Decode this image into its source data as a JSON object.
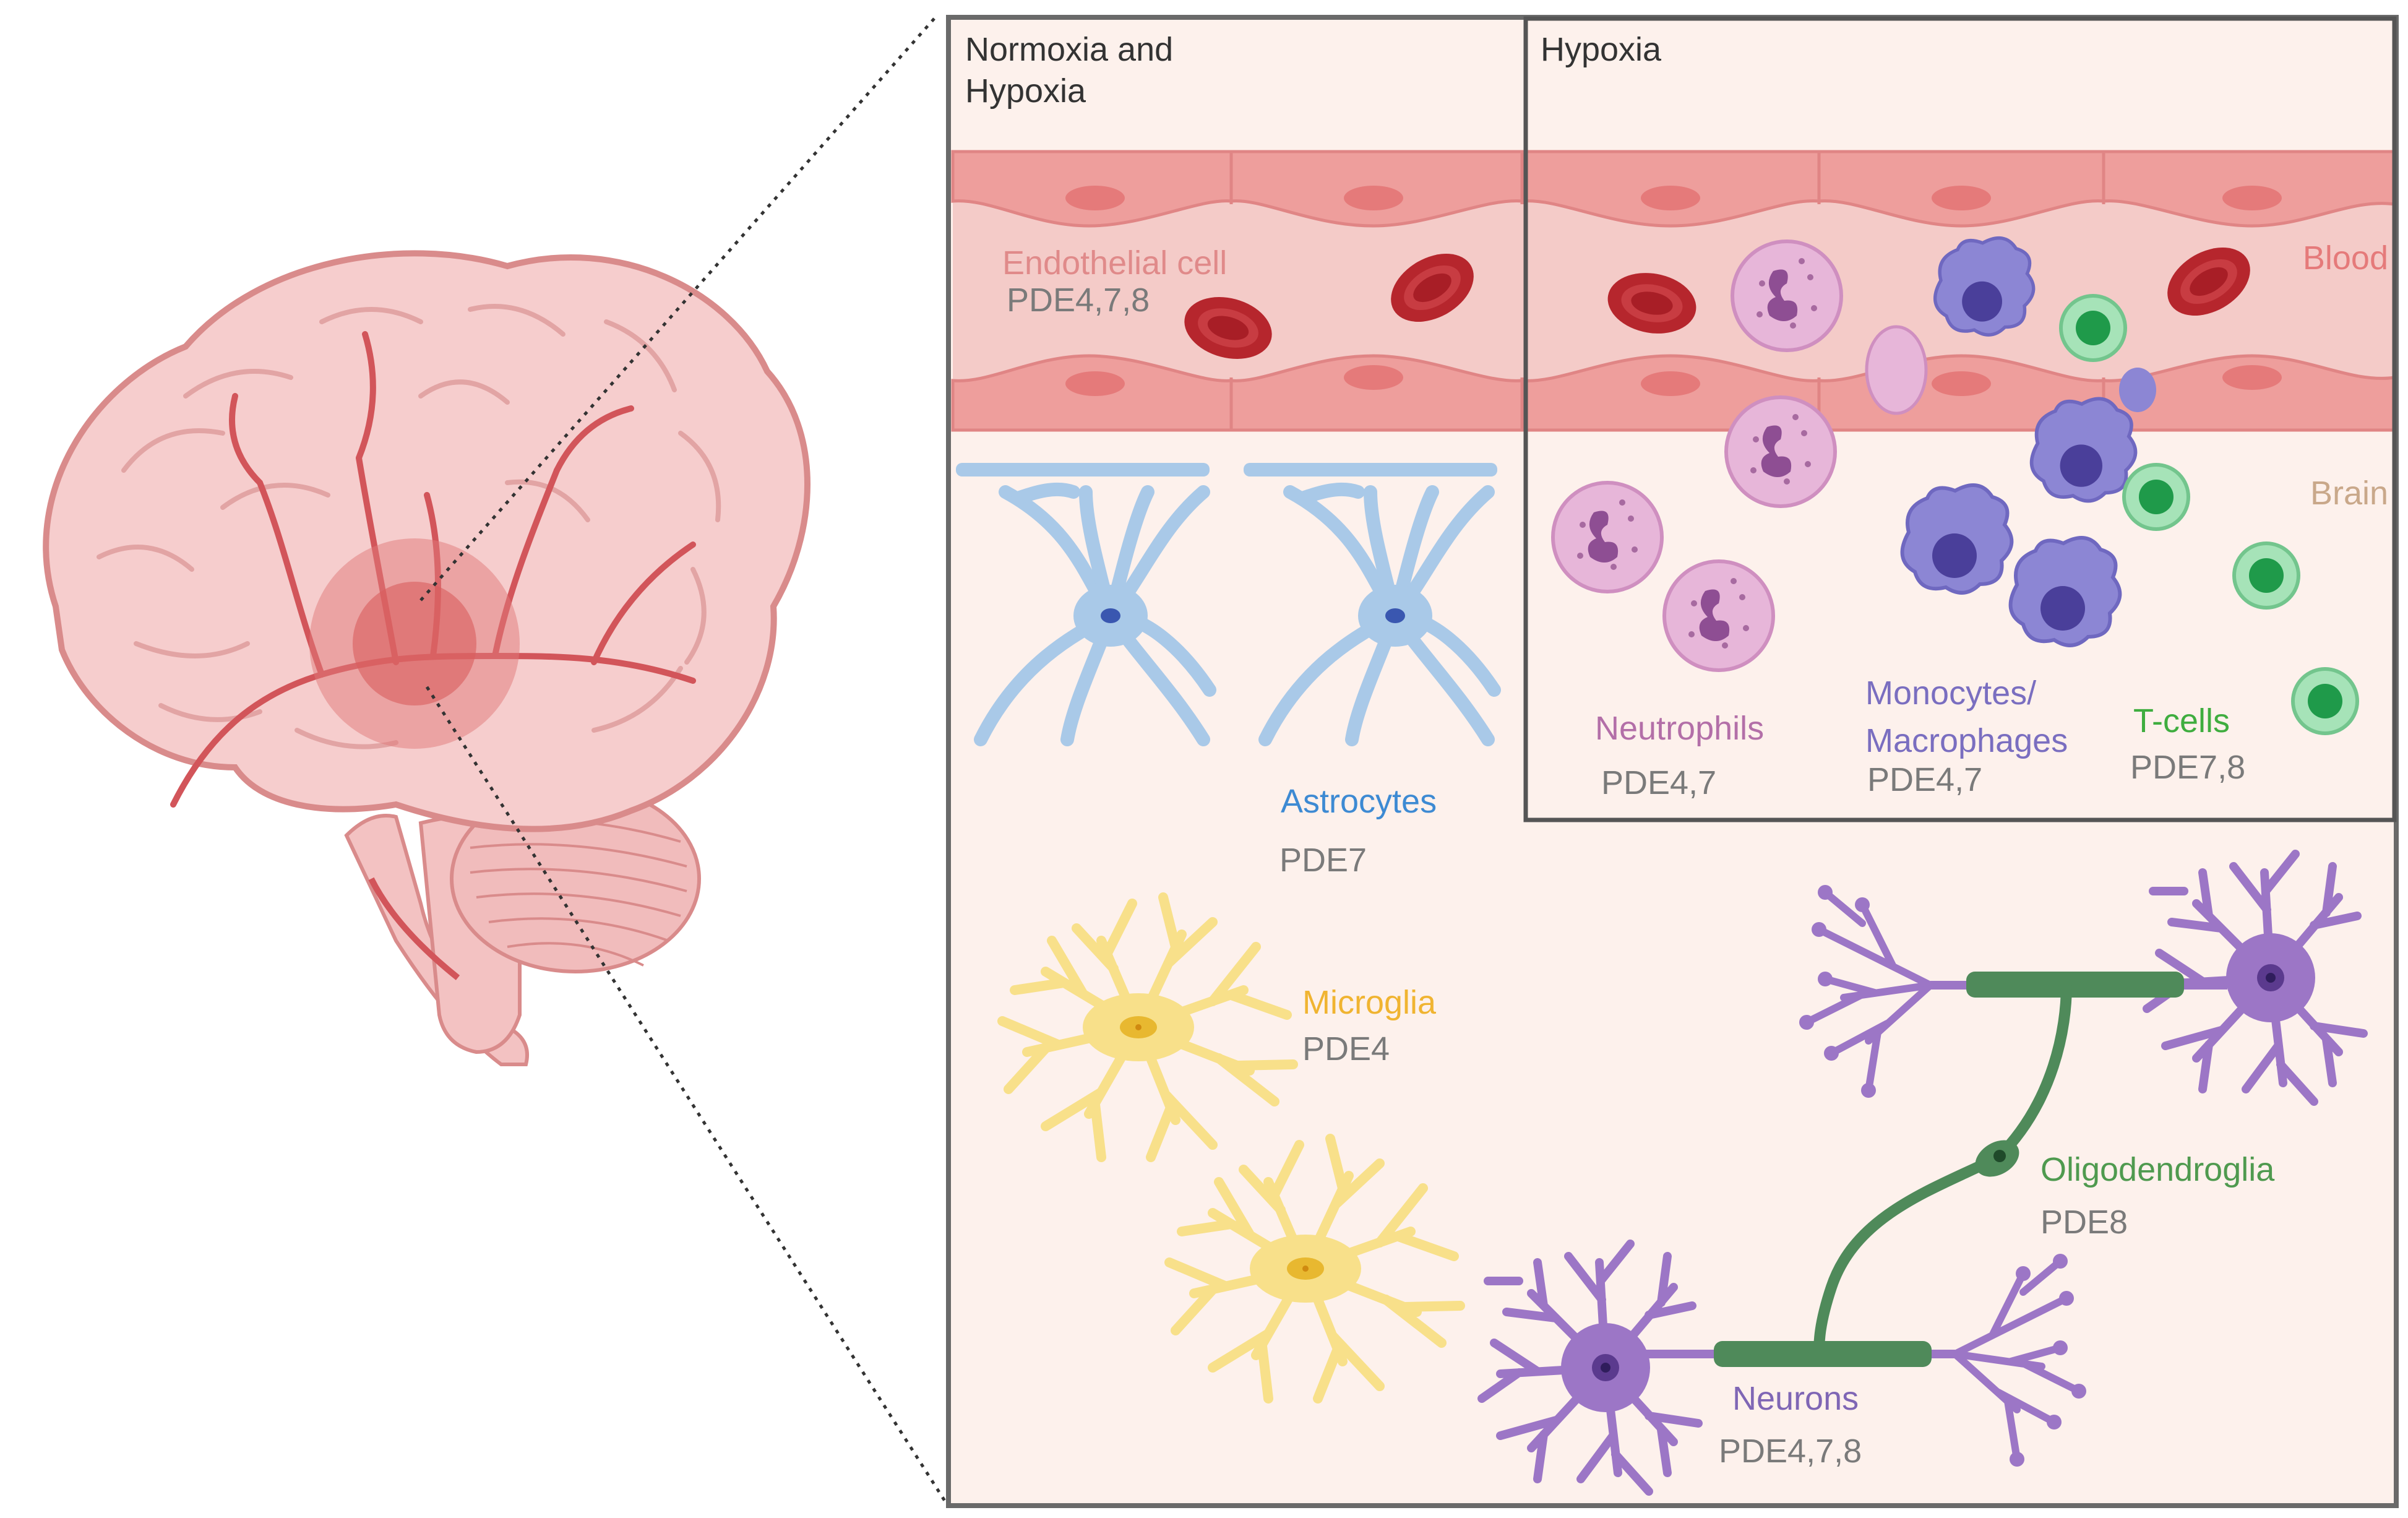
{
  "panels": {
    "left": {
      "title_line1": "Normoxia and",
      "title_line2": "Hypoxia"
    },
    "right": {
      "title": "Hypoxia"
    }
  },
  "compartments": {
    "blood": "Blood",
    "brain": "Brain"
  },
  "cells": {
    "endothelial": {
      "name": "Endothelial cell",
      "pde": "PDE4,7,8"
    },
    "astrocytes": {
      "name": "Astrocytes",
      "pde": "PDE7"
    },
    "microglia": {
      "name": "Microglia",
      "pde": "PDE4"
    },
    "neutrophils": {
      "name": "Neutrophils",
      "pde": "PDE4,7"
    },
    "monocytes": {
      "name_line1": "Monocytes/",
      "name_line2": "Macrophages",
      "pde": "PDE4,7"
    },
    "tcells": {
      "name": "T-cells",
      "pde": "PDE7,8"
    },
    "oligodendroglia": {
      "name": "Oligodendroglia",
      "pde": "PDE8"
    },
    "neurons": {
      "name": "Neurons",
      "pde": "PDE4,7,8"
    }
  },
  "colors": {
    "panel_bg": "#fdf1ec",
    "vessel_wall": "#ee9e9c",
    "vessel_lumen": "#f4cbc8",
    "endothelial_label": "#e08a8a",
    "pde_text": "#7a7a7a",
    "astrocyte": "#a9c9e8",
    "astrocyte_label": "#3d8ad3",
    "microglia": "#f8e08a",
    "microglia_label": "#f0b431",
    "neutrophil": "#dfa6cf",
    "neutrophil_label": "#b36fa8",
    "monocyte": "#8b85d2",
    "monocyte_label": "#7a6ec0",
    "tcell": "#8fd8a6",
    "tcell_label": "#3fad3f",
    "oligodendroglia_label": "#4f9a4f",
    "neuron": "#9c76c6",
    "neuron_label": "#7f66b5",
    "myelin": "#4f8a5a",
    "blood_label": "#e57a7a",
    "brain_label": "#c9a88a",
    "brain_organ": "#f3c2c2",
    "lesion": "#d95e5e"
  }
}
